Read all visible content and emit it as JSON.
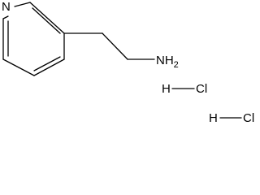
{
  "molecule": {
    "ring_nitrogen": "N",
    "amine": {
      "element": "NH",
      "subscript": "2"
    }
  },
  "salts": [
    {
      "h": "H",
      "cl": "Cl"
    },
    {
      "h": "H",
      "cl": "Cl"
    }
  ]
}
